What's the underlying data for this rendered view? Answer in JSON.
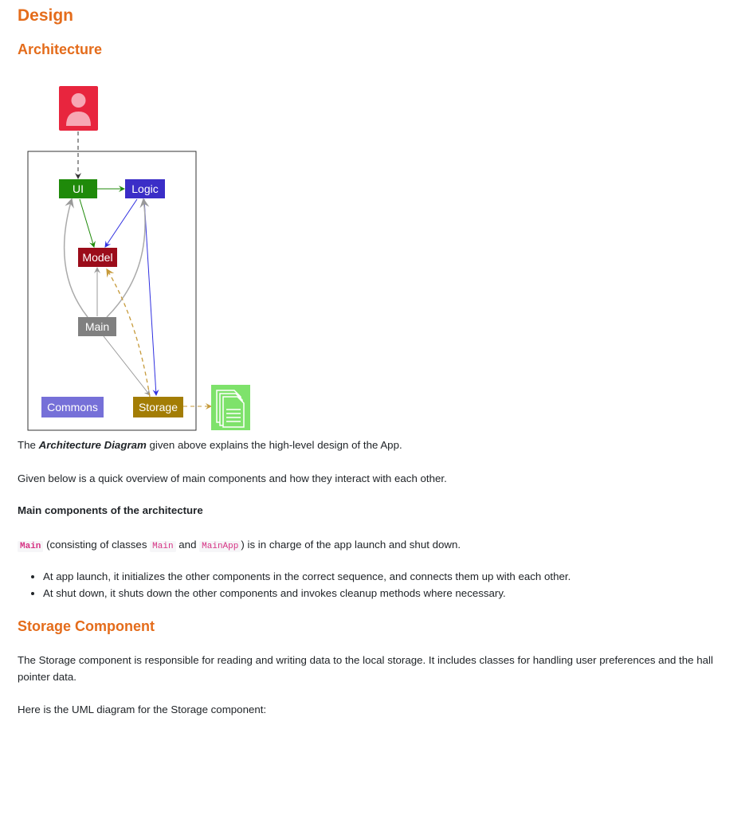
{
  "headings": {
    "design": "Design",
    "architecture": "Architecture",
    "storage_component": "Storage Component"
  },
  "diagram": {
    "nodes": {
      "ui": "UI",
      "logic": "Logic",
      "model": "Model",
      "main": "Main",
      "commons": "Commons",
      "storage": "Storage"
    },
    "colors": {
      "user": "#e8253e",
      "ui": "#1f8a0a",
      "logic": "#3b2ec7",
      "model": "#9b0c1a",
      "main": "#808080",
      "commons": "#7670d8",
      "storage": "#a37d05",
      "file": "#7ee26b"
    }
  },
  "text": {
    "arch_prefix": "The ",
    "arch_emph": "Architecture Diagram",
    "arch_suffix": " given above explains the high-level design of the App.",
    "overview": "Given below is a quick overview of main components and how they interact with each other.",
    "main_components": "Main components of the architecture",
    "main_code": "Main",
    "consisting": " (consisting of classes ",
    "class_main": "Main",
    "and": " and ",
    "class_mainapp": "MainApp",
    "in_charge": ") is in charge of the app launch and shut down.",
    "bullets": [
      "At app launch, it initializes the other components in the correct sequence, and connects them up with each other.",
      "At shut down, it shuts down the other components and invokes cleanup methods where necessary."
    ],
    "storage_desc": "The Storage component is responsible for reading and writing data to the local storage. It includes classes for handling user preferences and the hall pointer data.",
    "uml_intro": "Here is the UML diagram for the Storage component:"
  }
}
